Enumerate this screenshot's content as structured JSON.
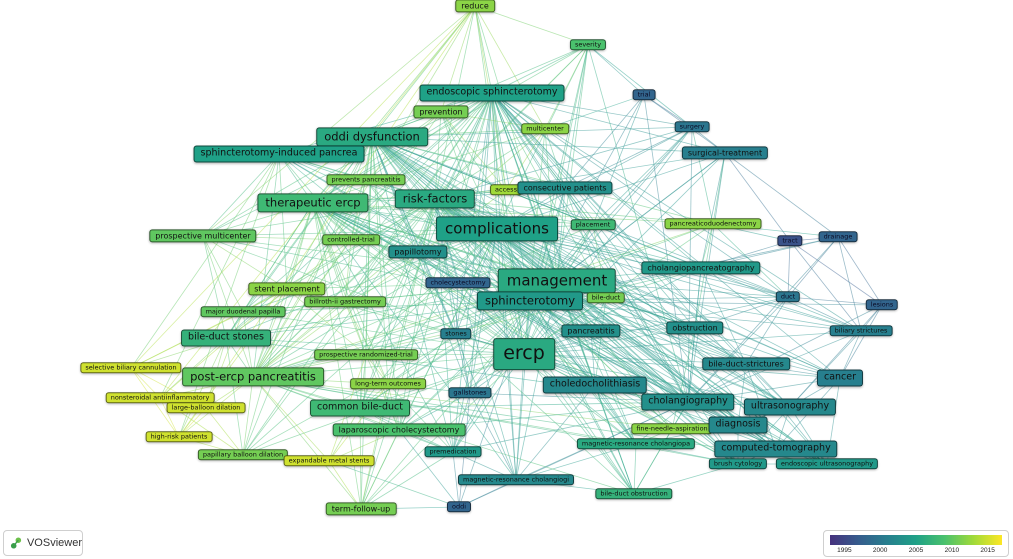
{
  "brand": {
    "name": "VOSviewer",
    "icon": "vosviewer-logo-icon"
  },
  "legend": {
    "colors": [
      "#46327e",
      "#365c8d",
      "#277f8e",
      "#1fa187",
      "#4ac16d",
      "#a0da39",
      "#fde725"
    ],
    "ticks": [
      "1995",
      "2000",
      "2005",
      "2010",
      "2015"
    ],
    "min": 1993,
    "max": 2017
  },
  "nodes": [
    {
      "id": "reduce",
      "label": "reduce",
      "year": 2012,
      "weight": 2
    },
    {
      "id": "severity",
      "label": "severity",
      "year": 2009,
      "weight": 1
    },
    {
      "id": "trial",
      "label": "trial",
      "year": 1998,
      "weight": 1
    },
    {
      "id": "endoscopic-sphincterotomy",
      "label": "endoscopic sphincterotomy",
      "year": 2005,
      "weight": 3
    },
    {
      "id": "prevention",
      "label": "prevention",
      "year": 2011,
      "weight": 2
    },
    {
      "id": "multicenter",
      "label": "multicenter",
      "year": 2012,
      "weight": 1
    },
    {
      "id": "surgery",
      "label": "surgery",
      "year": 2000,
      "weight": 1
    },
    {
      "id": "oddi-dysfunction",
      "label": "oddi dysfunction",
      "year": 2006,
      "weight": 4
    },
    {
      "id": "sphincterotomy-induced-pancrea",
      "label": "sphincterotomy-induced pancrea",
      "year": 2005,
      "weight": 3
    },
    {
      "id": "surgical-treatment",
      "label": "surgical-treatment",
      "year": 2001,
      "weight": 2
    },
    {
      "id": "prevents-pancreatitis",
      "label": "prevents pancreatitis",
      "year": 2011,
      "weight": 1
    },
    {
      "id": "access",
      "label": "access",
      "year": 2013,
      "weight": 1
    },
    {
      "id": "consecutive-patients",
      "label": "consecutive patients",
      "year": 2003,
      "weight": 2
    },
    {
      "id": "therapeutic-ercp",
      "label": "therapeutic ercp",
      "year": 2008,
      "weight": 4
    },
    {
      "id": "risk-factors",
      "label": "risk-factors",
      "year": 2006,
      "weight": 4
    },
    {
      "id": "complications",
      "label": "complications",
      "year": 2005,
      "weight": 5
    },
    {
      "id": "placement",
      "label": "placement",
      "year": 2008,
      "weight": 1
    },
    {
      "id": "pancreaticoduodenectomy",
      "label": "pancreaticoduodenectomy",
      "year": 2012,
      "weight": 1
    },
    {
      "id": "prospective-multicenter",
      "label": "prospective multicenter",
      "year": 2010,
      "weight": 2
    },
    {
      "id": "controlled-trial",
      "label": "controlled-trial",
      "year": 2011,
      "weight": 1
    },
    {
      "id": "papillotomy",
      "label": "papillotomy",
      "year": 2003,
      "weight": 2
    },
    {
      "id": "tract",
      "label": "tract",
      "year": 1996,
      "weight": 1
    },
    {
      "id": "drainage",
      "label": "drainage",
      "year": 1998,
      "weight": 1
    },
    {
      "id": "cholangiopancreatography",
      "label": "cholangiopancreatography",
      "year": 2004,
      "weight": 2
    },
    {
      "id": "cholecystectomy",
      "label": "cholecystectomy",
      "year": 1998,
      "weight": 1
    },
    {
      "id": "management",
      "label": "management",
      "year": 2006,
      "weight": 5
    },
    {
      "id": "stent-placement",
      "label": "stent placement",
      "year": 2012,
      "weight": 2
    },
    {
      "id": "billroth-ii-gastrectomy",
      "label": "billroth-ii gastrectomy",
      "year": 2011,
      "weight": 1
    },
    {
      "id": "sphincterotomy",
      "label": "sphincterotomy",
      "year": 2004,
      "weight": 4
    },
    {
      "id": "bile-duct",
      "label": "bile-duct",
      "year": 2011,
      "weight": 1
    },
    {
      "id": "duct",
      "label": "duct",
      "year": 2000,
      "weight": 1
    },
    {
      "id": "lesions",
      "label": "lesions",
      "year": 1998,
      "weight": 1
    },
    {
      "id": "major-duodenal-papilla",
      "label": "major duodenal papilla",
      "year": 2010,
      "weight": 1
    },
    {
      "id": "obstruction",
      "label": "obstruction",
      "year": 2003,
      "weight": 2
    },
    {
      "id": "pancreatitis",
      "label": "pancreatitis",
      "year": 2003,
      "weight": 2
    },
    {
      "id": "stones",
      "label": "stones",
      "year": 2001,
      "weight": 1
    },
    {
      "id": "biliary-strictures",
      "label": "biliary strictures",
      "year": 2001,
      "weight": 1
    },
    {
      "id": "bile-duct-stones",
      "label": "bile-duct stones",
      "year": 2007,
      "weight": 3
    },
    {
      "id": "ercp",
      "label": "ercp",
      "year": 2006,
      "weight": 6
    },
    {
      "id": "prospective-randomized-trial",
      "label": "prospective randomized-trial",
      "year": 2011,
      "weight": 1
    },
    {
      "id": "bile-duct-strictures",
      "label": "bile-duct-strictures",
      "year": 2002,
      "weight": 2
    },
    {
      "id": "selective-biliary-cannulation",
      "label": "selective biliary cannulation",
      "year": 2015,
      "weight": 1
    },
    {
      "id": "cancer",
      "label": "cancer",
      "year": 2001,
      "weight": 3
    },
    {
      "id": "post-ercp-pancreatitis",
      "label": "post-ercp pancreatitis",
      "year": 2010,
      "weight": 4
    },
    {
      "id": "long-term-outcomes",
      "label": "long-term outcomes",
      "year": 2012,
      "weight": 1
    },
    {
      "id": "choledocholithiasis",
      "label": "choledocholithiasis",
      "year": 2002,
      "weight": 3
    },
    {
      "id": "gallstones",
      "label": "gallstones",
      "year": 2000,
      "weight": 1
    },
    {
      "id": "nonsteroidal-antiinflammatory",
      "label": "nonsteroidal antiinflammatory",
      "year": 2015,
      "weight": 1
    },
    {
      "id": "cholangiography",
      "label": "cholangiography",
      "year": 2003,
      "weight": 3
    },
    {
      "id": "ultrasonography",
      "label": "ultrasonography",
      "year": 2002,
      "weight": 3
    },
    {
      "id": "large-balloon-dilation",
      "label": "large-balloon dilation",
      "year": 2015,
      "weight": 1
    },
    {
      "id": "common-bile-duct",
      "label": "common bile-duct",
      "year": 2008,
      "weight": 3
    },
    {
      "id": "fine-needle-aspiration",
      "label": "fine-needle-aspiration",
      "year": 2012,
      "weight": 1
    },
    {
      "id": "diagnosis",
      "label": "diagnosis",
      "year": 2002,
      "weight": 3
    },
    {
      "id": "laparoscopic-cholecystectomy",
      "label": "laparoscopic cholecystectomy",
      "year": 2009,
      "weight": 2
    },
    {
      "id": "high-risk-patients",
      "label": "high-risk patients",
      "year": 2015,
      "weight": 1
    },
    {
      "id": "magnetic-resonance-cholangiopa",
      "label": "magnetic-resonance cholangiopa",
      "year": 2006,
      "weight": 1
    },
    {
      "id": "premedication",
      "label": "premedication",
      "year": 2004,
      "weight": 1
    },
    {
      "id": "computed-tomography",
      "label": "computed-tomography",
      "year": 2002,
      "weight": 3
    },
    {
      "id": "papillary-balloon-dilation",
      "label": "papillary balloon dilation",
      "year": 2011,
      "weight": 1
    },
    {
      "id": "expandable-metal-stents",
      "label": "expandable metal stents",
      "year": 2015,
      "weight": 1
    },
    {
      "id": "brush-cytology",
      "label": "brush cytology",
      "year": 2004,
      "weight": 1
    },
    {
      "id": "endoscopic-ultrasonography",
      "label": "endoscopic ultrasonography",
      "year": 2004,
      "weight": 1
    },
    {
      "id": "magnetic-resonance-cholangiogi",
      "label": "magnetic-resonance cholangiogi",
      "year": 2002,
      "weight": 1
    },
    {
      "id": "bile-duct-obstruction",
      "label": "bile-duct obstruction",
      "year": 2007,
      "weight": 1
    },
    {
      "id": "term-follow-up",
      "label": "term-follow-up",
      "year": 2011,
      "weight": 2
    },
    {
      "id": "oddi",
      "label": "oddi",
      "year": 1998,
      "weight": 1
    }
  ]
}
